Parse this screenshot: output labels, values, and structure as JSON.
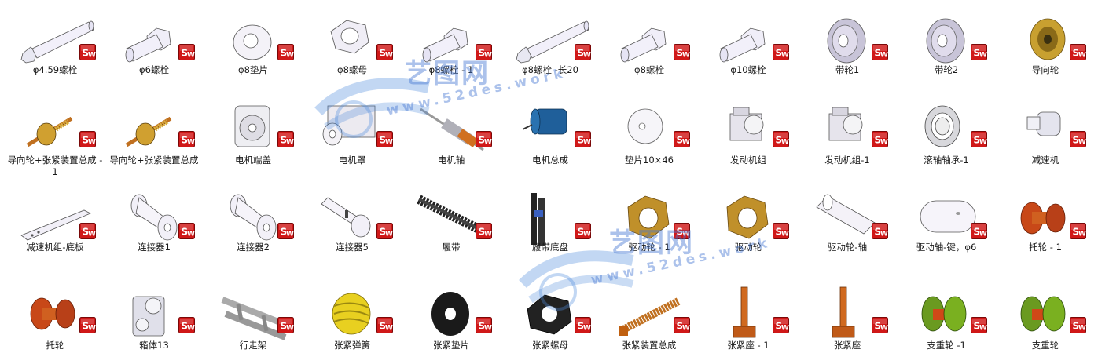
{
  "items": [
    {
      "label": "φ4.59螺栓",
      "icon": "bolt-long"
    },
    {
      "label": "φ6螺栓",
      "icon": "bolt"
    },
    {
      "label": "φ8垫片",
      "icon": "washer"
    },
    {
      "label": "φ8螺母",
      "icon": "hex-nut"
    },
    {
      "label": "φ8螺栓 - 1",
      "icon": "bolt"
    },
    {
      "label": "φ8螺栓 -长20",
      "icon": "bolt-long"
    },
    {
      "label": "φ8螺栓",
      "icon": "bolt"
    },
    {
      "label": "φ10螺栓",
      "icon": "bolt"
    },
    {
      "label": "带轮1",
      "icon": "pulley"
    },
    {
      "label": "带轮2",
      "icon": "pulley"
    },
    {
      "label": "导向轮",
      "icon": "guide-wheel"
    },
    {
      "label": "导向轮+张紧装置总成 - 1",
      "icon": "tensioner-assembly"
    },
    {
      "label": "导向轮+张紧装置总成",
      "icon": "tensioner-assembly"
    },
    {
      "label": "电机端盖",
      "icon": "motor-cover"
    },
    {
      "label": "电机罩",
      "icon": "motor-housing"
    },
    {
      "label": "电机轴",
      "icon": "motor-shaft"
    },
    {
      "label": "电机总成",
      "icon": "motor"
    },
    {
      "label": "垫片10×46",
      "icon": "flat-washer"
    },
    {
      "label": "发动机组",
      "icon": "engine"
    },
    {
      "label": "发动机组-1",
      "icon": "engine"
    },
    {
      "label": "滚轴轴承-1",
      "icon": "bearing"
    },
    {
      "label": "减速机",
      "icon": "reducer"
    },
    {
      "label": "减速机组-底板",
      "icon": "base-plate"
    },
    {
      "label": "连接器1",
      "icon": "connector"
    },
    {
      "label": "连接器2",
      "icon": "connector"
    },
    {
      "label": "连接器5",
      "icon": "connector-pin"
    },
    {
      "label": "履带",
      "icon": "track"
    },
    {
      "label": "履带底盘",
      "icon": "track-chassis"
    },
    {
      "label": "驱动轮 - 1",
      "icon": "drive-wheel"
    },
    {
      "label": "驱动轮",
      "icon": "drive-wheel"
    },
    {
      "label": "驱动轮-轴",
      "icon": "drive-shaft"
    },
    {
      "label": "驱动轴-键，φ6",
      "icon": "shaft-key"
    },
    {
      "label": "托轮 - 1",
      "icon": "idler-roller"
    },
    {
      "label": "托轮",
      "icon": "idler-roller"
    },
    {
      "label": "箱体13",
      "icon": "gearbox"
    },
    {
      "label": "行走架",
      "icon": "frame"
    },
    {
      "label": "张紧弹簧",
      "icon": "spring"
    },
    {
      "label": "张紧垫片",
      "icon": "black-washer"
    },
    {
      "label": "张紧螺母",
      "icon": "black-nut"
    },
    {
      "label": "张紧装置总成",
      "icon": "tension-assembly"
    },
    {
      "label": "张紧座 - 1",
      "icon": "tension-seat"
    },
    {
      "label": "张紧座",
      "icon": "tension-seat"
    },
    {
      "label": "支重轮 -1",
      "icon": "support-wheel"
    },
    {
      "label": "支重轮",
      "icon": "support-wheel"
    }
  ],
  "watermark": {
    "brand": "艺图网",
    "url": "www.52des.work"
  },
  "badge": {
    "text": "S",
    "color": "#d01818"
  }
}
